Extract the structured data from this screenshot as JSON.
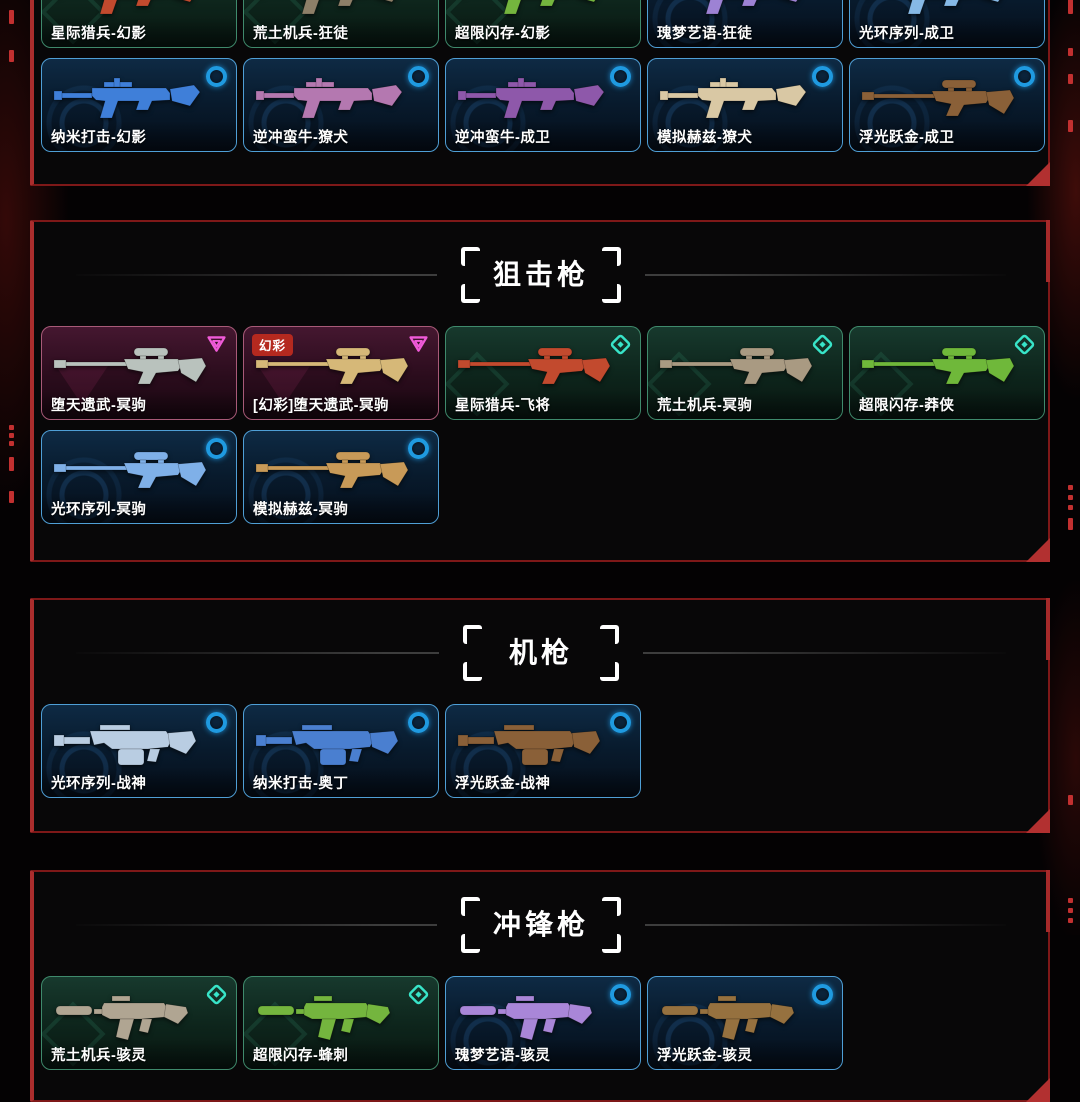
{
  "colors": {
    "panel_border": "#7e1818",
    "panel_border_accent": "#aa2d2d",
    "badge_teal": "#38e4c8",
    "badge_pink": "#f05ad8",
    "badge_blue": "#1f9ae0",
    "tag_red": "#b5291f",
    "title_white": "#ffffff"
  },
  "sections": [
    {
      "id": "top",
      "title": "",
      "clip_first_row": true,
      "rows": [
        [
          {
            "label": "星际猎兵-幻影",
            "type": "green",
            "badge": "diamond",
            "gun": "rifle",
            "gun_color": "#c24a2e"
          },
          {
            "label": "荒土机兵-狂徒",
            "type": "green",
            "badge": "diamond",
            "gun": "rifle",
            "gun_color": "#8d7f68"
          },
          {
            "label": "超限闪存-幻影",
            "type": "green",
            "badge": "diamond",
            "gun": "rifle",
            "gun_color": "#74b53e"
          },
          {
            "label": "瑰梦艺语-狂徒",
            "type": "blue",
            "badge": "ring",
            "gun": "rifle",
            "gun_color": "#9d82d4"
          },
          {
            "label": "光环序列-成卫",
            "type": "blue",
            "badge": "ring",
            "gun": "rifle",
            "gun_color": "#86b9e6"
          }
        ],
        [
          {
            "label": "纳米打击-幻影",
            "type": "blue",
            "badge": "ring",
            "gun": "rifle",
            "gun_color": "#3f7fd9"
          },
          {
            "label": "逆冲蛮牛-獠犬",
            "type": "blue",
            "badge": "ring",
            "gun": "rifle",
            "gun_color": "#b478b0"
          },
          {
            "label": "逆冲蛮牛-成卫",
            "type": "blue",
            "badge": "ring",
            "gun": "rifle",
            "gun_color": "#8e58aa"
          },
          {
            "label": "模拟赫兹-獠犬",
            "type": "blue",
            "badge": "ring",
            "gun": "rifle",
            "gun_color": "#d9c8a4"
          },
          {
            "label": "浮光跃金-成卫",
            "type": "blue",
            "badge": "ring",
            "gun": "sniper",
            "gun_color": "#8a6038"
          }
        ]
      ]
    },
    {
      "id": "sniper",
      "title": "狙击枪",
      "clip_first_row": false,
      "rows": [
        [
          {
            "label": "堕天遗武-冥驹",
            "type": "maroon",
            "badge": "triangle",
            "gun": "sniper",
            "gun_color": "#b9c2bd"
          },
          {
            "label": "[幻彩]堕天遗武-冥驹",
            "type": "maroon",
            "badge": "triangle",
            "tag": "幻彩",
            "gun": "sniper",
            "gun_color": "#d6b878"
          },
          {
            "label": "星际猎兵-飞将",
            "type": "green",
            "badge": "diamond",
            "gun": "sniper",
            "gun_color": "#c24a2e"
          },
          {
            "label": "荒土机兵-冥驹",
            "type": "green",
            "badge": "diamond",
            "gun": "sniper",
            "gun_color": "#a99a82"
          },
          {
            "label": "超限闪存-莽侠",
            "type": "green",
            "badge": "diamond",
            "gun": "sniper",
            "gun_color": "#6fb83a"
          }
        ],
        [
          {
            "label": "光环序列-冥驹",
            "type": "blue",
            "badge": "ring",
            "gun": "sniper",
            "gun_color": "#7fb0e8"
          },
          {
            "label": "模拟赫兹-冥驹",
            "type": "blue",
            "badge": "ring",
            "gun": "sniper",
            "gun_color": "#c89a58"
          }
        ]
      ]
    },
    {
      "id": "mg",
      "title": "机枪",
      "clip_first_row": false,
      "rows": [
        [
          {
            "label": "光环序列-战神",
            "type": "blue",
            "badge": "ring",
            "gun": "mg",
            "gun_color": "#b9cde2"
          },
          {
            "label": "纳米打击-奥丁",
            "type": "blue",
            "badge": "ring",
            "gun": "mg",
            "gun_color": "#4a7fd0"
          },
          {
            "label": "浮光跃金-战神",
            "type": "blue",
            "badge": "ring",
            "gun": "mg",
            "gun_color": "#8a6038"
          }
        ]
      ]
    },
    {
      "id": "smg",
      "title": "冲锋枪",
      "clip_first_row": false,
      "rows": [
        [
          {
            "label": "荒土机兵-骇灵",
            "type": "green",
            "badge": "diamond",
            "gun": "smg",
            "gun_color": "#b0a592"
          },
          {
            "label": "超限闪存-蜂刺",
            "type": "green",
            "badge": "diamond",
            "gun": "smg",
            "gun_color": "#74b53e"
          },
          {
            "label": "瑰梦艺语-骇灵",
            "type": "blue",
            "badge": "ring",
            "gun": "smg",
            "gun_color": "#a986d8"
          },
          {
            "label": "浮光跃金-骇灵",
            "type": "blue",
            "badge": "ring",
            "gun": "smg",
            "gun_color": "#96713f"
          }
        ]
      ]
    }
  ]
}
